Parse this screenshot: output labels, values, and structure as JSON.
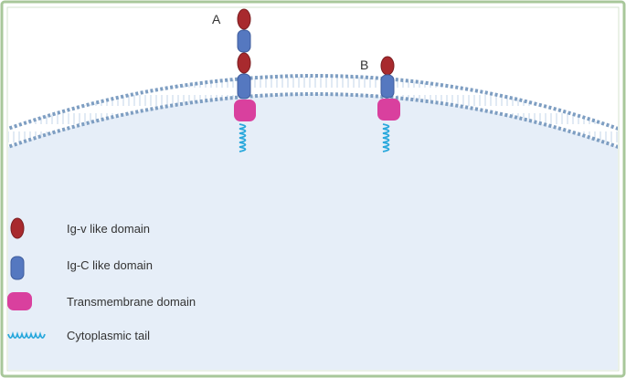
{
  "proteins": [
    {
      "label": "A"
    },
    {
      "label": "B"
    }
  ],
  "legend": [
    {
      "icon": "igv-domain-icon",
      "label": "Ig-v like domain"
    },
    {
      "icon": "igc-domain-icon",
      "label": "Ig-C like domain"
    },
    {
      "icon": "transmembrane-domain-icon",
      "label": "Transmembrane domain"
    },
    {
      "icon": "cytoplasmic-tail-icon",
      "label": "Cytoplasmic tail"
    }
  ],
  "colors": {
    "frame": "#a8c79a",
    "extracellular": "#ffffff",
    "cytoplasm": "#e6eef8",
    "membrane": "#7e9ec2",
    "igv": "#a82a2e",
    "igc": "#5578c0",
    "transmembrane": "#d9409e",
    "tail": "#29a8dc"
  }
}
